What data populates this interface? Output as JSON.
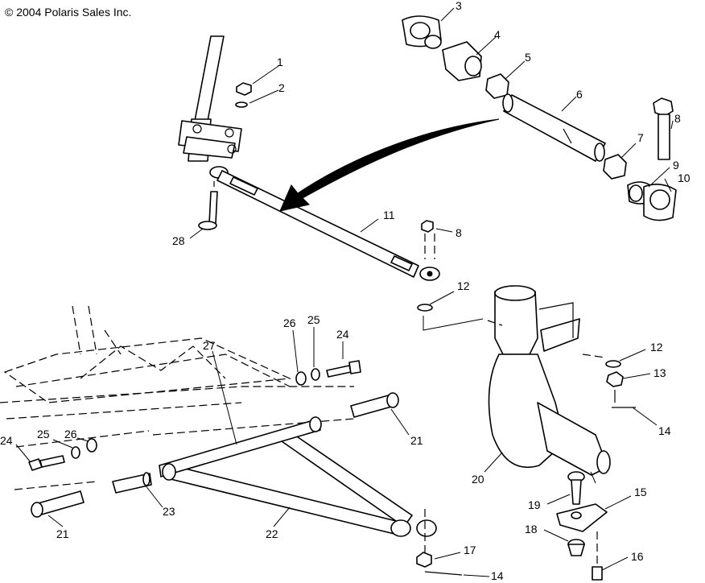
{
  "copyright": "© 2004 Polaris Sales Inc.",
  "callouts": {
    "c1": "1",
    "c2": "2",
    "c3": "3",
    "c4": "4",
    "c5": "5",
    "c6": "6",
    "c7": "7",
    "c8a": "8",
    "c8b": "8",
    "c9": "9",
    "c10": "10",
    "c11": "11",
    "c12a": "12",
    "c12b": "12",
    "c13": "13",
    "c14a": "14",
    "c14b": "14",
    "c15": "15",
    "c16": "16",
    "c17": "17",
    "c18": "18",
    "c19": "19",
    "c20": "20",
    "c21a": "21",
    "c21b": "21",
    "c22": "22",
    "c23": "23",
    "c24a": "24",
    "c24b": "24",
    "c25a": "25",
    "c25b": "25",
    "c26a": "26",
    "c26b": "26",
    "c27": "27",
    "c28": "28"
  }
}
